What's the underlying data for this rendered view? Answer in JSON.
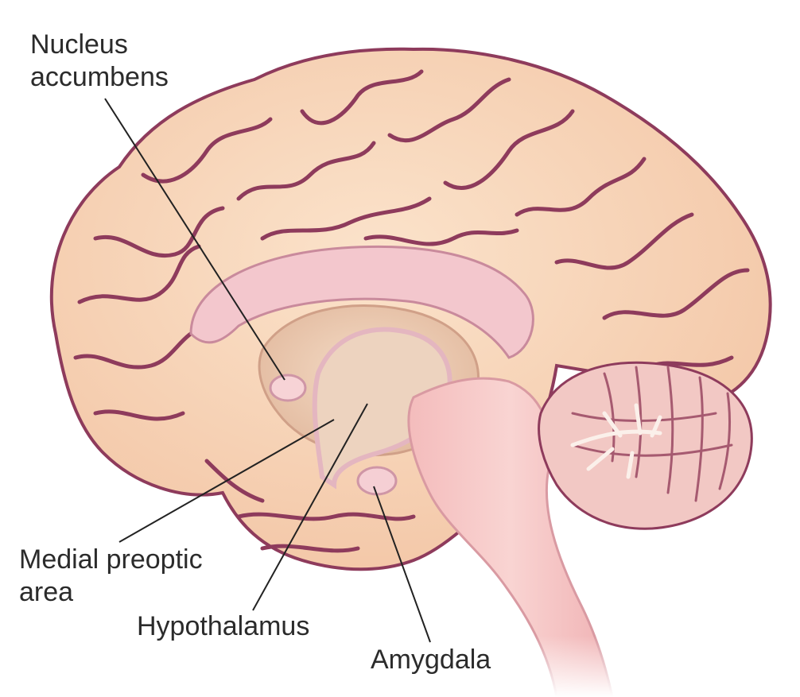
{
  "labels": {
    "nucleus_accumbens": {
      "line1": "Nucleus",
      "line2": "accumbens"
    },
    "medial_preoptic_area": {
      "line1": "Medial preoptic",
      "line2": "area"
    },
    "hypothalamus": "Hypothalamus",
    "amygdala": "Amygdala"
  },
  "colors": {
    "cortex_fill": "#f7d2b3",
    "sulcus_stroke": "#8e3b5c",
    "brainstem_fill": "#f6c3c3",
    "corpus_callosum_fill": "#f3c7cd",
    "thalamus_fill": "#e8c9b1",
    "cerebellum_fill": "#f2c8c4",
    "leader_line": "#222222",
    "text": "#2b2b2b"
  }
}
